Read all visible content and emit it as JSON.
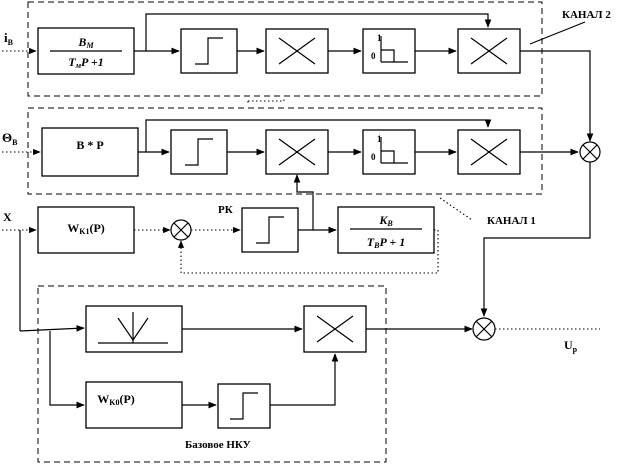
{
  "inputs": {
    "i_main": "i",
    "i_sub": "В",
    "theta_main": "Θ",
    "theta_sub": "В",
    "x": "X",
    "rk": "РК"
  },
  "outputs": {
    "u_main": "U",
    "u_sub": "р"
  },
  "channels": {
    "channel2": "КАНАЛ 2",
    "channel1": "КАНАЛ 1",
    "base": "Базовое НКУ"
  },
  "blocks": {
    "bm_num_main": "B",
    "bm_num_sub": "М",
    "bm_den_t": "T",
    "bm_den_sub": "м",
    "bm_den_rest": "P +1",
    "bp": "B * P",
    "wk1_main": "W",
    "wk1_sub": "K1",
    "wk1_arg": "(P)",
    "wk0_main": "W",
    "wk0_sub": "K0",
    "wk0_arg": "(P)",
    "kv_num_main": "K",
    "kv_num_sub": "В",
    "kv_den_t": "T",
    "kv_den_sub": "В",
    "kv_den_rest": "P + 1",
    "step_one": "1",
    "step_zero": "0"
  }
}
